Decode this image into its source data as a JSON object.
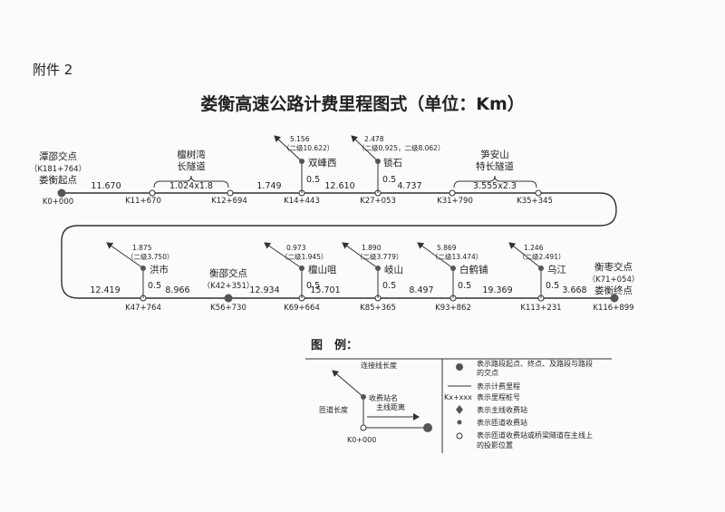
{
  "attachment": "附件 2",
  "title": "娄衡高速公路计费里程图式（单位：Km）",
  "start": {
    "l1": "潭邵交点",
    "l2": "（K181+764）",
    "l3": "娄衡起点",
    "stake": "K0+000"
  },
  "end": {
    "l1": "衡枣交点",
    "l2": "（K71+054）",
    "l3": "娄衡终点",
    "stake": "K116+899"
  },
  "junction": {
    "l1": "衡邵交点",
    "l2": "（K42+351）",
    "stake": "K56+730"
  },
  "row1": {
    "segments": [
      "11.670",
      "1.749",
      "12.610",
      "4.737"
    ],
    "stakes": [
      "K11+670",
      "K12+694",
      "K14+443",
      "K27+053",
      "K31+790",
      "K35+345"
    ],
    "tunnel1": {
      "l1": "檀树湾",
      "l2": "长隧道",
      "len": "1.024x1.8"
    },
    "tunnel2": {
      "l1": "笋安山",
      "l2": "特长隧道",
      "len": "3.555x2.3"
    },
    "tolls": [
      {
        "name": "双峰西",
        "branch": "0.5",
        "conn1": "5.156",
        "conn2": "（二级10.622）"
      },
      {
        "name": "锁石",
        "branch": "0.5",
        "conn1": "2.478",
        "conn2": "（二级0.925，二级8.062）"
      }
    ]
  },
  "row2": {
    "segments": [
      "12.419",
      "8.966",
      "12.934",
      "15.701",
      "8.497",
      "19.369",
      "3.668"
    ],
    "stakes": [
      "K47+764",
      "K69+664",
      "K85+365",
      "K93+862",
      "K113+231"
    ],
    "tolls": [
      {
        "name": "洪市",
        "branch": "0.5",
        "conn1": "1.875",
        "conn2": "（二级3.750）"
      },
      {
        "name": "檀山咀",
        "branch": "0.5",
        "conn1": "0.973",
        "conn2": "（二级1.945）"
      },
      {
        "name": "岐山",
        "branch": "0.5",
        "conn1": "1.890",
        "conn2": "（二级3.779）"
      },
      {
        "name": "白鹤铺",
        "branch": "0.5",
        "conn1": "5.869",
        "conn2": "（二级13.474）"
      },
      {
        "name": "乌江",
        "branch": "0.5",
        "conn1": "1.246",
        "conn2": "（二级2.491）"
      }
    ]
  },
  "legend": {
    "title": "图　例：",
    "diagram": {
      "connector": "连接线长度",
      "toll": "收费站名",
      "ramp": "匝道长度",
      "main": "主线距离",
      "origin": "K0+000"
    },
    "items": [
      {
        "symbol": "",
        "text1": "表示路段起点、终点、及路段与路段",
        "text2": "的交点"
      },
      {
        "symbol": "",
        "text1": "表示计费里程",
        "text2": ""
      },
      {
        "symbol": "Kx+xxx",
        "text1": "表示里程桩号",
        "text2": ""
      },
      {
        "symbol": "",
        "text1": "表示主线收费站",
        "text2": ""
      },
      {
        "symbol": "",
        "text1": "表示匝道收费站",
        "text2": ""
      },
      {
        "symbol": "",
        "text1": "表示匝道收费站或桥梁隧道在主线上",
        "text2": "的投影位置"
      }
    ]
  }
}
